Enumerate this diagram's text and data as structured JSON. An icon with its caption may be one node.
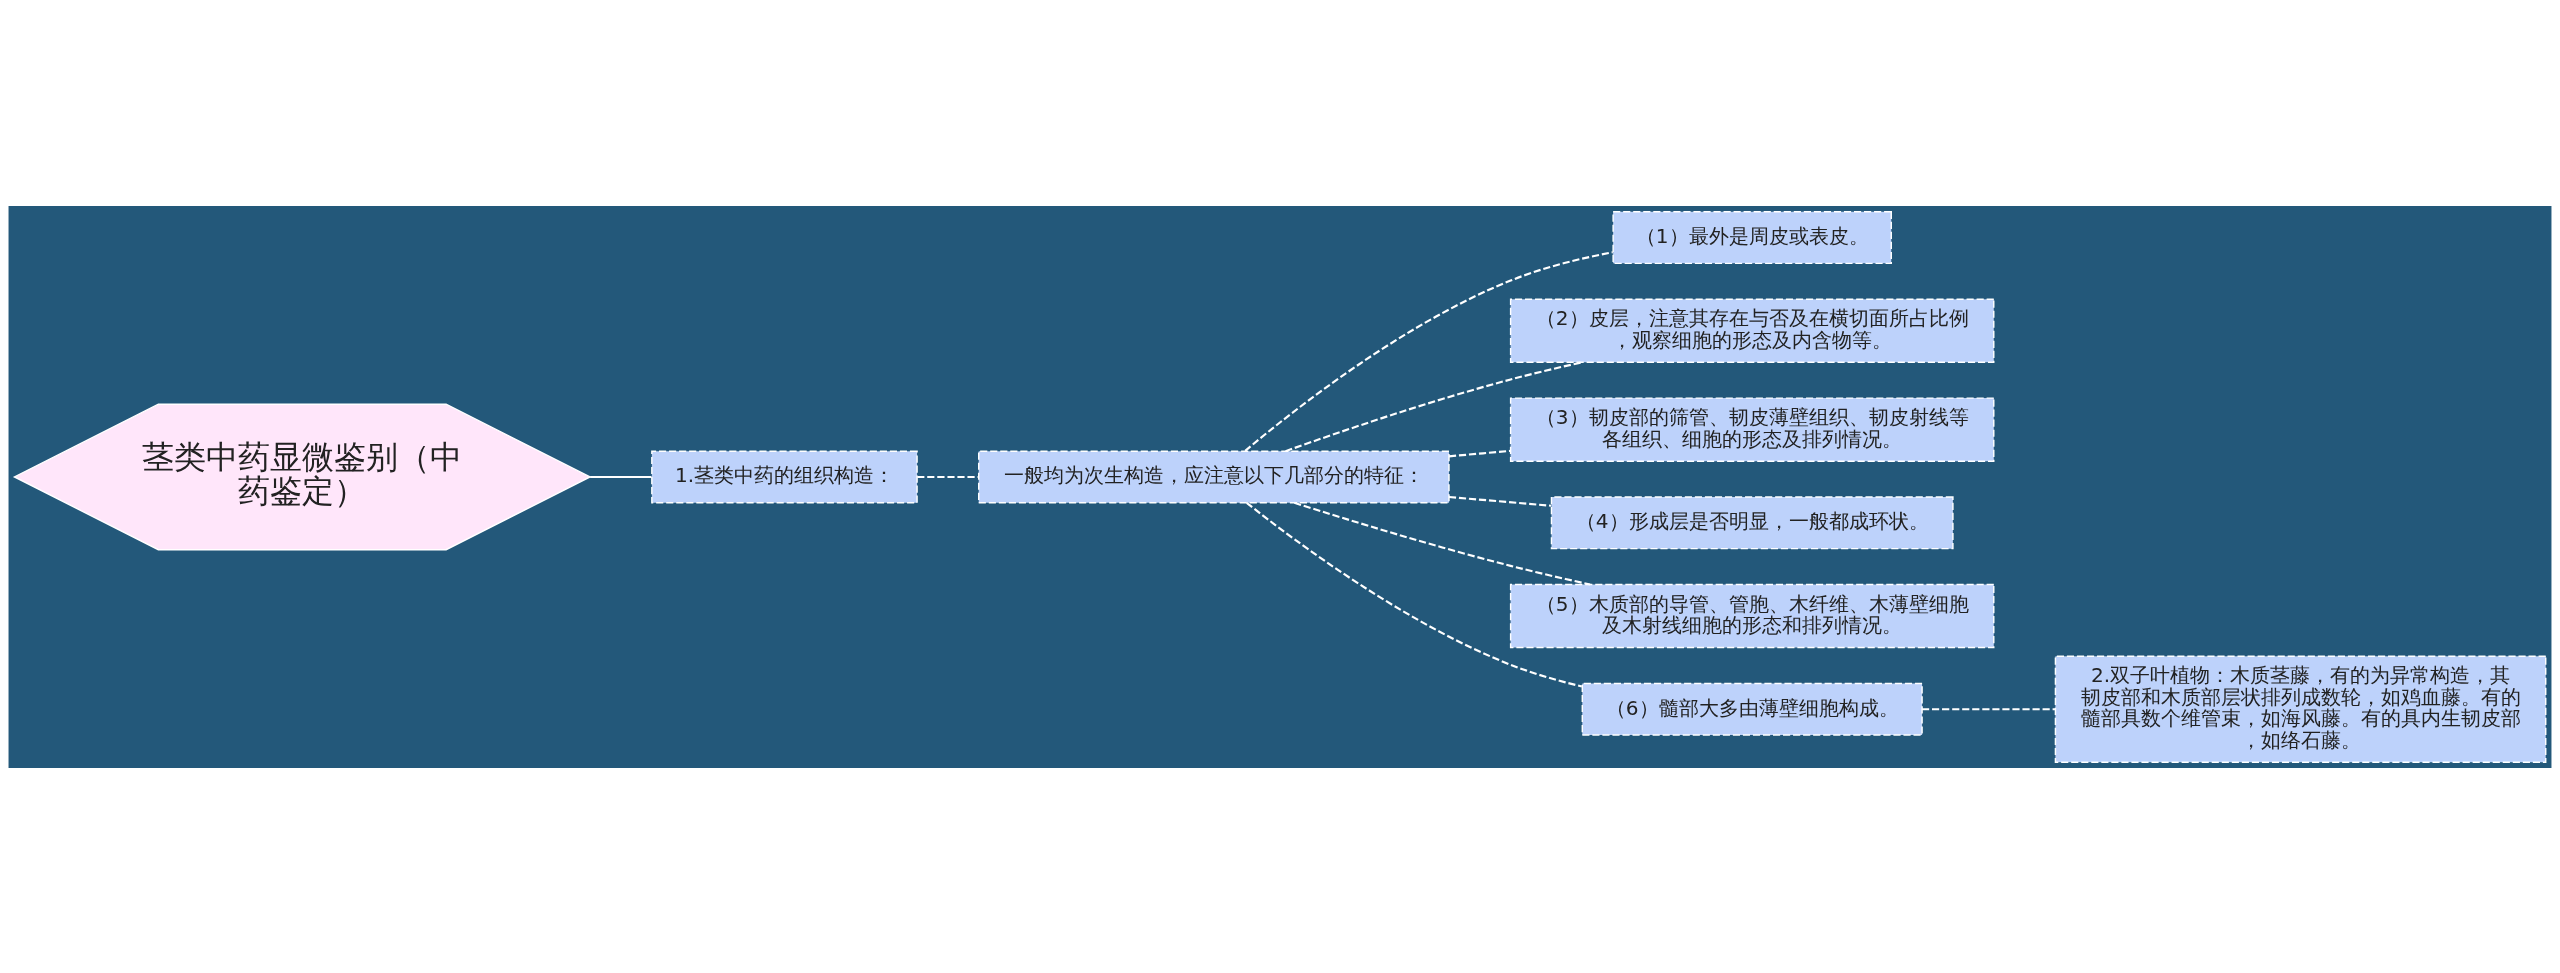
{
  "diagram": {
    "nodes": [
      {
        "text": [
          "茎类中药显微鉴别（中药鉴定）"
        ]
      },
      {
        "text": [
          "1.茎类中药的组织构造："
        ]
      },
      {
        "text": [
          "一般均为次生构造，应注意以下几部分的特征："
        ]
      },
      {
        "text": [
          "（1）最外是周皮或表皮。"
        ]
      },
      {
        "text": [
          "（2）皮层，注意其存在与否及在横切面所占比例，观察细胞的形态及内含物等。"
        ]
      },
      {
        "text": [
          "（3）韧皮部的筛管、韧皮薄壁组织、韧皮射线等各组织、细胞的形态及排列情况。"
        ]
      },
      {
        "text": [
          "（4）形成层是否明显，一般都成环状。"
        ]
      },
      {
        "text": [
          "（5）木质部的导管、管胞、木纤维、木薄壁细胞及木射线细胞的形态和排列情况。"
        ]
      },
      {
        "text": [
          "（6）髓部大多由薄壁细胞构成。"
        ]
      },
      {
        "text": [
          "2.双子叶植物：木质茎藤，有的为异常构造，其韧皮部和木质部层状排列成数轮，如鸡血藤。有的髓部具数个维管束，如海风藤。有的具内生韧皮部，如络石藤。"
        ]
      }
    ],
    "edges": [
      {
        "from": 0,
        "to": 1,
        "arrow": "none"
      },
      {
        "from": 1,
        "to": 2,
        "arrow": "none",
        "style": "dashed"
      },
      {
        "from": 2,
        "to": 3,
        "arrow": "none",
        "style": "dashed"
      },
      {
        "from": 2,
        "to": 4,
        "arrow": "none",
        "style": "dashed"
      },
      {
        "from": 2,
        "to": 5,
        "arrow": "none",
        "style": "dashed"
      },
      {
        "from": 2,
        "to": 6,
        "arrow": "none",
        "style": "dashed"
      },
      {
        "from": 2,
        "to": 7,
        "arrow": "none",
        "style": "dashed"
      },
      {
        "from": 2,
        "to": 8,
        "arrow": "none",
        "style": "dashed"
      },
      {
        "from": 8,
        "to": 9,
        "arrow": "none",
        "style": "dashed"
      }
    ]
  }
}
